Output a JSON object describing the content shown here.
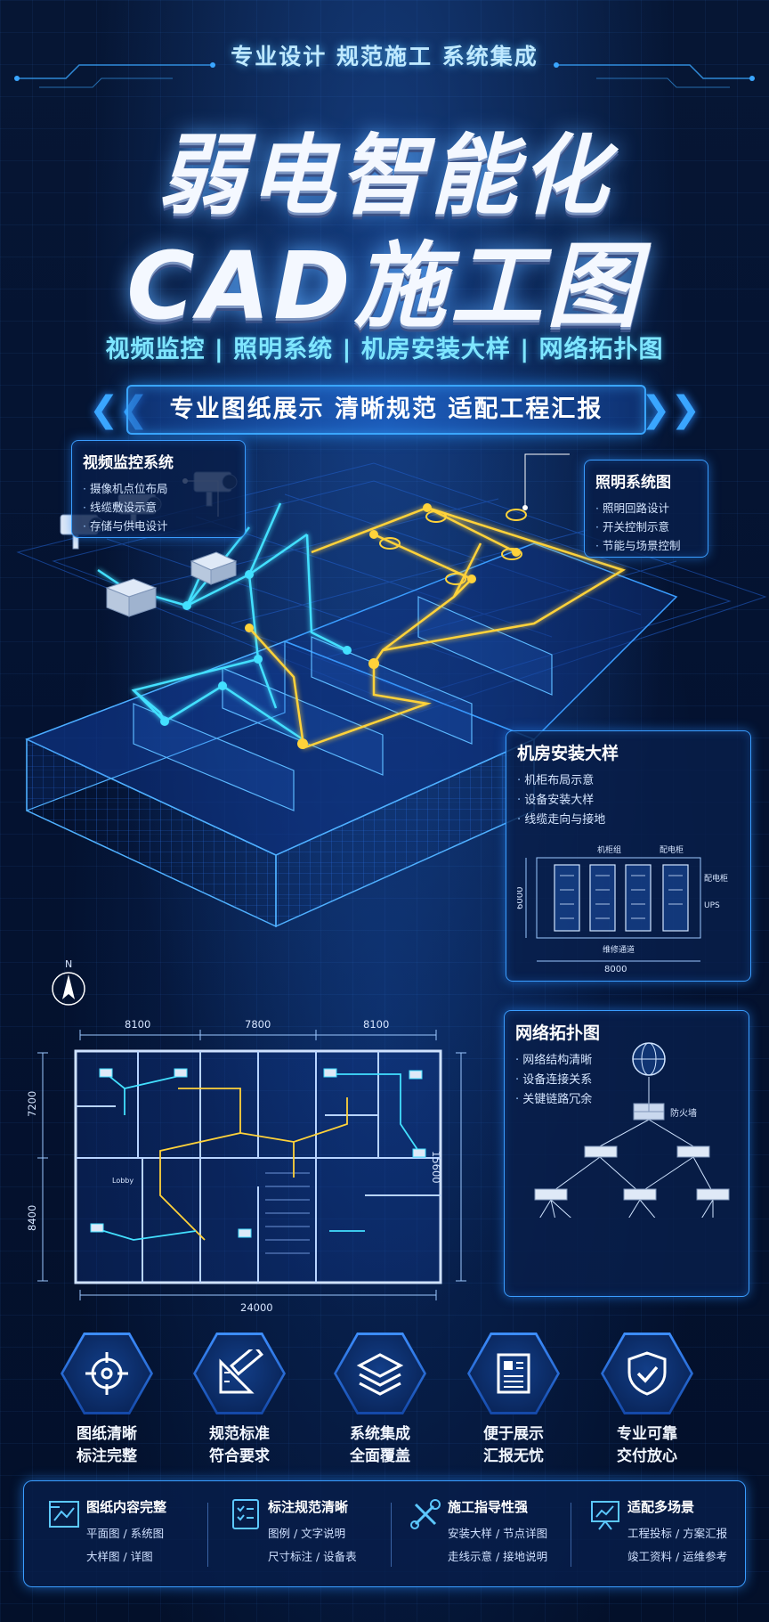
{
  "header": {
    "tagline": "专业设计  规范施工  系统集成",
    "title_line1": "弱电智能化",
    "title_line2": "CAD施工图",
    "subtitle": "视频监控 | 照明系统 | 机房安装大样 | 网络拓扑图",
    "banner": "专业图纸展示  清晰规范  适配工程汇报"
  },
  "panels": {
    "cctv": {
      "title": "视频监控系统",
      "items": [
        "摄像机点位布局",
        "线缆敷设示意",
        "存储与供电设计"
      ]
    },
    "lighting": {
      "title": "照明系统图",
      "items": [
        "照明回路设计",
        "开关控制示意",
        "节能与场景控制"
      ]
    },
    "server_room": {
      "title": "机房安装大样",
      "items": [
        "机柜布局示意",
        "设备安装大样",
        "线缆走向与接地"
      ],
      "labels": {
        "cabinet": "机柜组",
        "distribution": "配电柜",
        "distribution_side": "配电柜",
        "ups": "UPS",
        "aisle": "维修通道",
        "height": "6000",
        "width": "8000"
      }
    },
    "network": {
      "title": "网络拓扑图",
      "items": [
        "网络结构清晰",
        "设备连接关系",
        "关键链路冗余"
      ],
      "labels": {
        "firewall": "防火墙"
      }
    }
  },
  "floorplan": {
    "dims_top": [
      "8100",
      "7800",
      "8100"
    ],
    "dim_left_top": "7200",
    "dim_left_bottom": "8400",
    "dim_right": "15600",
    "dim_bottom": "24000",
    "room_label": "Lobby",
    "north": "N"
  },
  "features": [
    {
      "icon": "crosshair-icon",
      "line1": "图纸清晰",
      "line2": "标注完整"
    },
    {
      "icon": "ruler-icon",
      "line1": "规范标准",
      "line2": "符合要求"
    },
    {
      "icon": "layers-icon",
      "line1": "系统集成",
      "line2": "全面覆盖"
    },
    {
      "icon": "document-icon",
      "line1": "便于展示",
      "line2": "汇报无忧"
    },
    {
      "icon": "shield-check-icon",
      "line1": "专业可靠",
      "line2": "交付放心"
    }
  ],
  "bottom": [
    {
      "icon": "blueprint-icon",
      "title": "图纸内容完整",
      "l1": "平面图 / 系统图",
      "l2": "大样图 / 详图"
    },
    {
      "icon": "checklist-icon",
      "title": "标注规范清晰",
      "l1": "图例 / 文字说明",
      "l2": "尺寸标注 / 设备表"
    },
    {
      "icon": "tools-icon",
      "title": "施工指导性强",
      "l1": "安装大样 / 节点详图",
      "l2": "走线示意 / 接地说明"
    },
    {
      "icon": "presentation-icon",
      "title": "适配多场景",
      "l1": "工程投标 / 方案汇报",
      "l2": "竣工资料 / 运维参考"
    }
  ],
  "colors": {
    "accent": "#3aa6ff",
    "cyan": "#43e0ff",
    "yellow": "#ffd23a",
    "bg": "#04112e"
  }
}
